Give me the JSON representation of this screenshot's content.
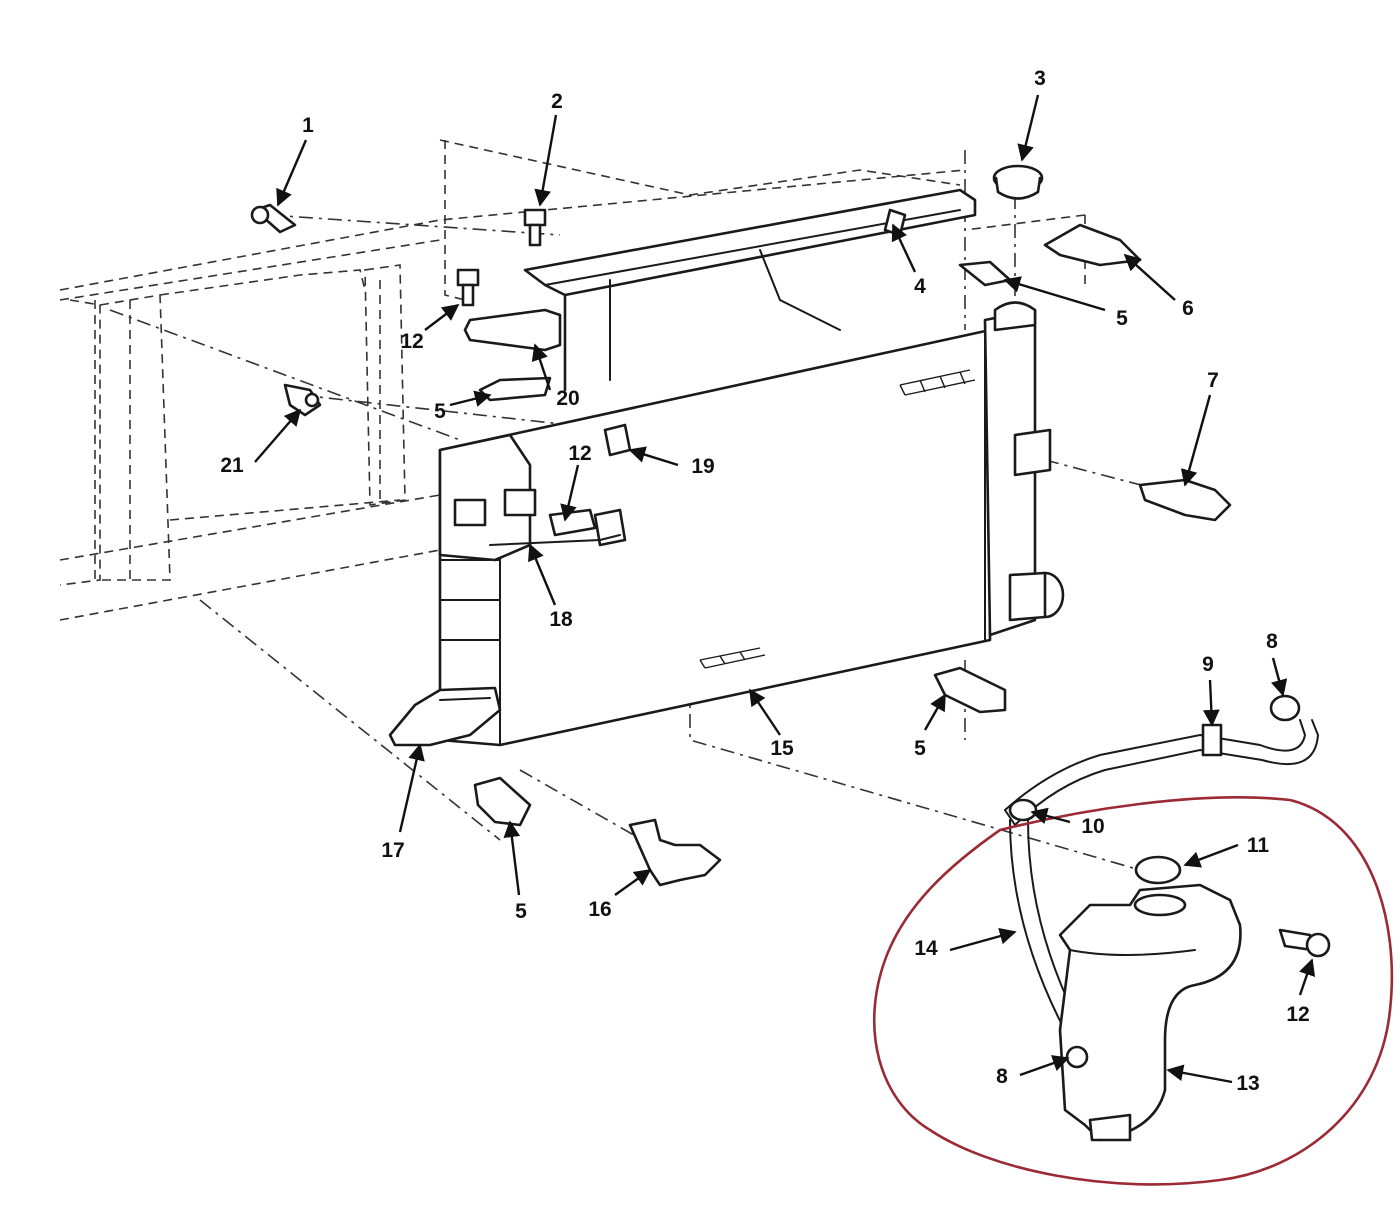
{
  "diagram": {
    "callouts": [
      {
        "id": "c1",
        "label": "1"
      },
      {
        "id": "c2",
        "label": "2"
      },
      {
        "id": "c3",
        "label": "3"
      },
      {
        "id": "c4",
        "label": "4"
      },
      {
        "id": "c5a",
        "label": "5"
      },
      {
        "id": "c5b",
        "label": "5"
      },
      {
        "id": "c5c",
        "label": "5"
      },
      {
        "id": "c5d",
        "label": "5"
      },
      {
        "id": "c6",
        "label": "6"
      },
      {
        "id": "c7",
        "label": "7"
      },
      {
        "id": "c8a",
        "label": "8"
      },
      {
        "id": "c8b",
        "label": "8"
      },
      {
        "id": "c9",
        "label": "9"
      },
      {
        "id": "c10",
        "label": "10"
      },
      {
        "id": "c11",
        "label": "11"
      },
      {
        "id": "c12a",
        "label": "12"
      },
      {
        "id": "c12b",
        "label": "12"
      },
      {
        "id": "c12c",
        "label": "12"
      },
      {
        "id": "c13",
        "label": "13"
      },
      {
        "id": "c14",
        "label": "14"
      },
      {
        "id": "c15",
        "label": "15"
      },
      {
        "id": "c16",
        "label": "16"
      },
      {
        "id": "c17",
        "label": "17"
      },
      {
        "id": "c18",
        "label": "18"
      },
      {
        "id": "c19",
        "label": "19"
      },
      {
        "id": "c20",
        "label": "20"
      },
      {
        "id": "c21",
        "label": "21"
      }
    ],
    "colors": {
      "line": "#1a1a1a",
      "highlight": "#9b2a35",
      "background": "#ffffff"
    }
  }
}
